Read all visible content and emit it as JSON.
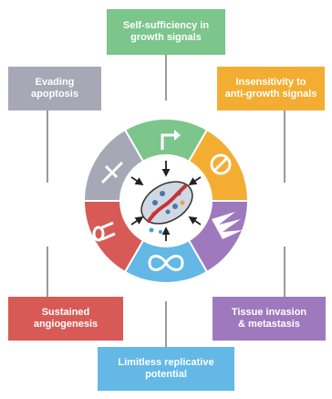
{
  "colors": {
    "green": "#7cc58b",
    "gray": "#a6a8b6",
    "orange": "#f4ad33",
    "red": "#d85a56",
    "purple": "#9f79bd",
    "blue": "#63b8e5",
    "connector": "#9a9a9a",
    "arrow": "#222222"
  },
  "hallmarks": {
    "growth": "Self-sufficiency in\ngrowth signals",
    "apoptosis": "Evading\napoptosis",
    "antigrowth": "Insensitivity to\nanti-growth signals",
    "angiogenesis": "Sustained\nangiogenesis",
    "invasion": "Tissue invasion\n& metastasis",
    "replicative": "Limitless replicative\npotential"
  },
  "icons": [
    "arrow-turn-icon",
    "no-entry-icon",
    "zigzag-spike-icon",
    "infinity-icon",
    "blood-vessel-icon",
    "knife-icon"
  ]
}
